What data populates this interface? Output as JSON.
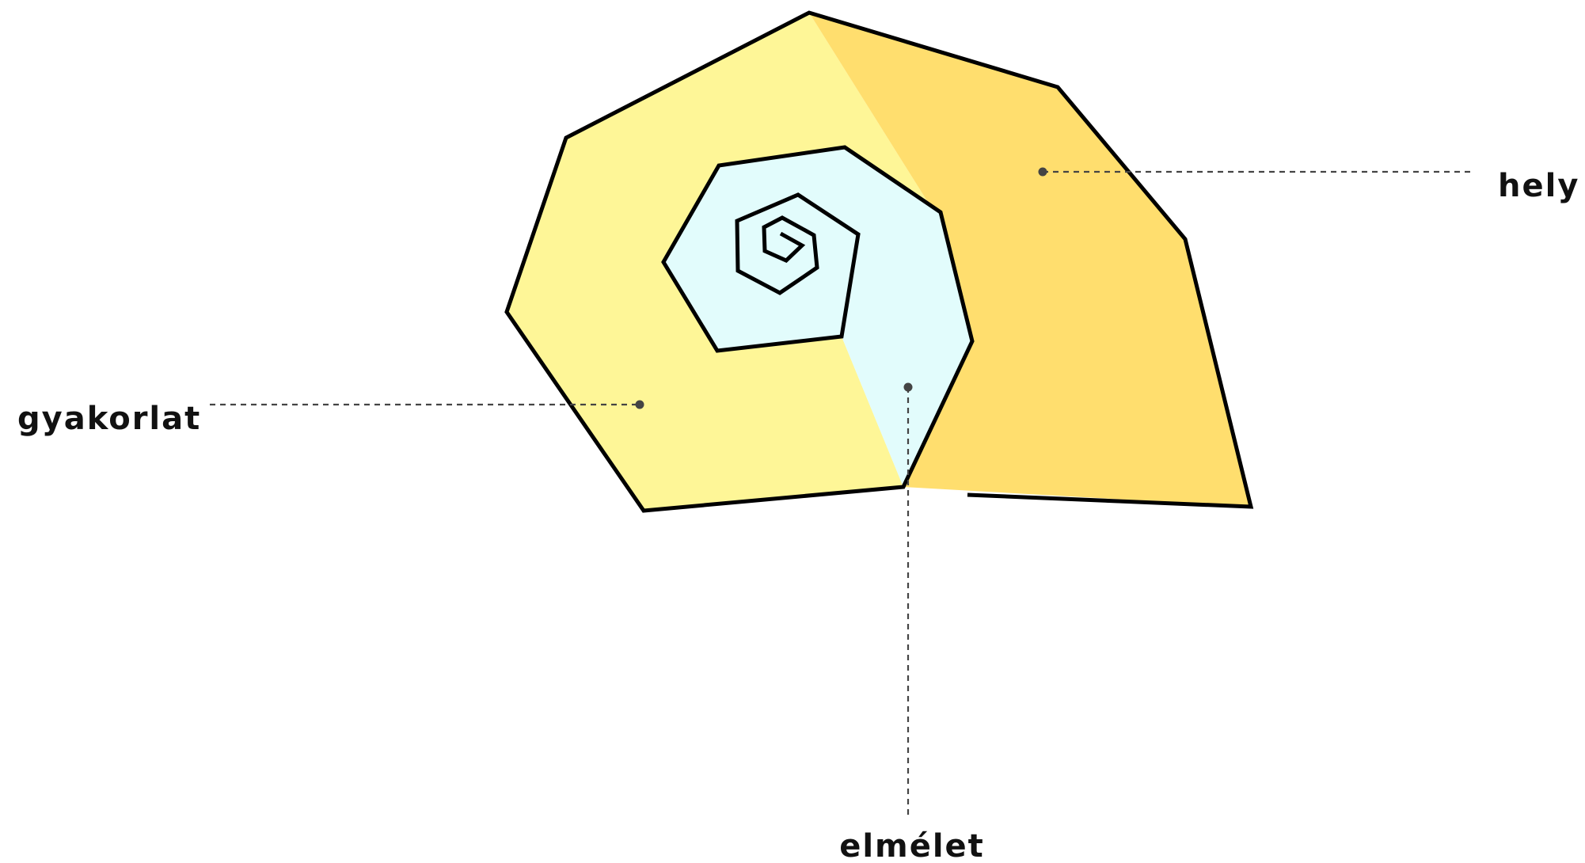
{
  "diagram": {
    "labels": {
      "gyakorlat": "gyakorlat",
      "hely": "hely",
      "elmelet": "elmélet"
    },
    "colors": {
      "gyakorlat_fill": "#FEF697",
      "hely_fill": "#FFDE6E",
      "elmelet_fill": "#E2FCFC",
      "outline": "#000000",
      "leader": "#444444"
    }
  }
}
